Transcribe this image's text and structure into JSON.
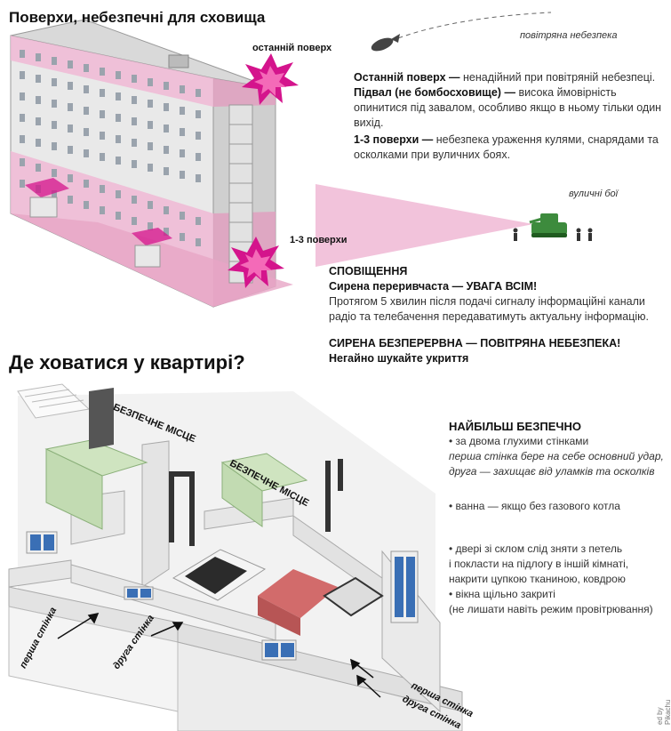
{
  "header": {
    "title": "Поверхи, небезпечні для сховища",
    "apartment_title": "Де ховатися у квартирі?"
  },
  "building_labels": {
    "top_floor": "останній поверх",
    "floors_1_3": "1-3 поверхи",
    "air_danger": "повітряна небезпека",
    "street_fights": "вуличні бої"
  },
  "floors_info": {
    "top_floor_title": "Останній поверх —",
    "top_floor_text": "ненадійний при повітряній небезпеці.",
    "basement_title": "Підвал (не бомбосховище) —",
    "basement_text_1": "висока ймовірність",
    "basement_text_2": "опинитися під завалом, особливо якщо в ньому тільки один",
    "basement_text_3": "вихід.",
    "floors_title": "1-3 поверхи —",
    "floors_text_1": "небезпека ураження кулями, снарядами та",
    "floors_text_2": "осколками при вуличних боях."
  },
  "alerts": {
    "header": "СПОВІЩЕННЯ",
    "siren_intermittent": "Сирена переривчаста — УВАГА ВСІМ!",
    "intermittent_text_1": "Протягом 5 хвилин після подачі сигналу інформаційні канали",
    "intermittent_text_2": "радіо та телебачення передаватимуть актуальну інформацію.",
    "siren_continuous": "СИРЕНА БЕЗПЕРЕРВНА — ПОВІТРЯНА НЕБЕЗПЕКА!",
    "continuous_text": "Негайно шукайте укриття"
  },
  "apartment_labels": {
    "safe_place_1": "БЕЗПЕЧНЕ МІСЦЕ",
    "safe_place_2": "БЕЗПЕЧНЕ МІСЦЕ",
    "first_wall_left": "перша стінка",
    "second_wall_left": "друга стінка",
    "first_wall_bottom": "перша стінка",
    "second_wall_bottom": "друга стінка"
  },
  "safest": {
    "header": "НАЙБІЛЬШ БЕЗПЕЧНО",
    "item1": "• за двома глухими стінками",
    "item1_note_1": "перша стінка бере на себе основний удар,",
    "item1_note_2": "друга — захищає від уламків та осколків",
    "item2": "• ванна — якщо без газового котла",
    "item3_1": "• двері зі склом слід зняти з петель",
    "item3_2": "і покласти на підлогу в іншій кімнаті,",
    "item3_3": "накрити цупкою тканиною, ковдрою",
    "item4": "• вікна щільно закриті",
    "item4_note": "(не лишати навіть режим провітрювання)"
  },
  "credit": "ed by Pikachu",
  "colors": {
    "pink": "#e6a6c8",
    "magenta": "#d4148c",
    "safe_green": "#cfe4c0",
    "tank_green": "#3d8b3d"
  }
}
